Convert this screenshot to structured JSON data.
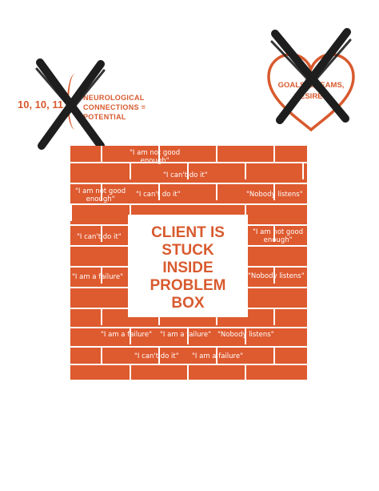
{
  "colors": {
    "accent": "#d85a2e",
    "brick": "#de5a2f",
    "mortar": "#ffffff",
    "cross": "#1e1e1e"
  },
  "neuro": {
    "numbers": "10, 10, 11",
    "text_line1": "NEUROLOGICAL",
    "text_line2": "CONNECTIONS =",
    "text_line3": "POTENTIAL"
  },
  "goals": {
    "line1": "GOALS, DREAMS,",
    "line2": "DESIRES"
  },
  "center": {
    "line1": "CLIENT IS",
    "line2": "STUCK",
    "line3": "INSIDE",
    "line4": "PROBLEM",
    "line5": "BOX"
  },
  "phrases": {
    "p1a": "\"I am not good",
    "p1b": "enough\"",
    "p2": "\"I can't do it\"",
    "p3a": "\"I am not good",
    "p3b": "enough\"",
    "p4": "\"I can't do it\"",
    "p5": "\"Nobody listens\"",
    "p6": "\"I can't do it\"",
    "p7a": "\"I am not good",
    "p7b": "enough\"",
    "p8": "\"I am a failure\"",
    "p9": "\"Nobody listens\"",
    "p10": "\"I am a failure\"",
    "p11": "\"I am a failure\"",
    "p12": "\"Nobody listens\"",
    "p13": "\"I can't do it\"",
    "p14": "\"I am a failure\""
  }
}
